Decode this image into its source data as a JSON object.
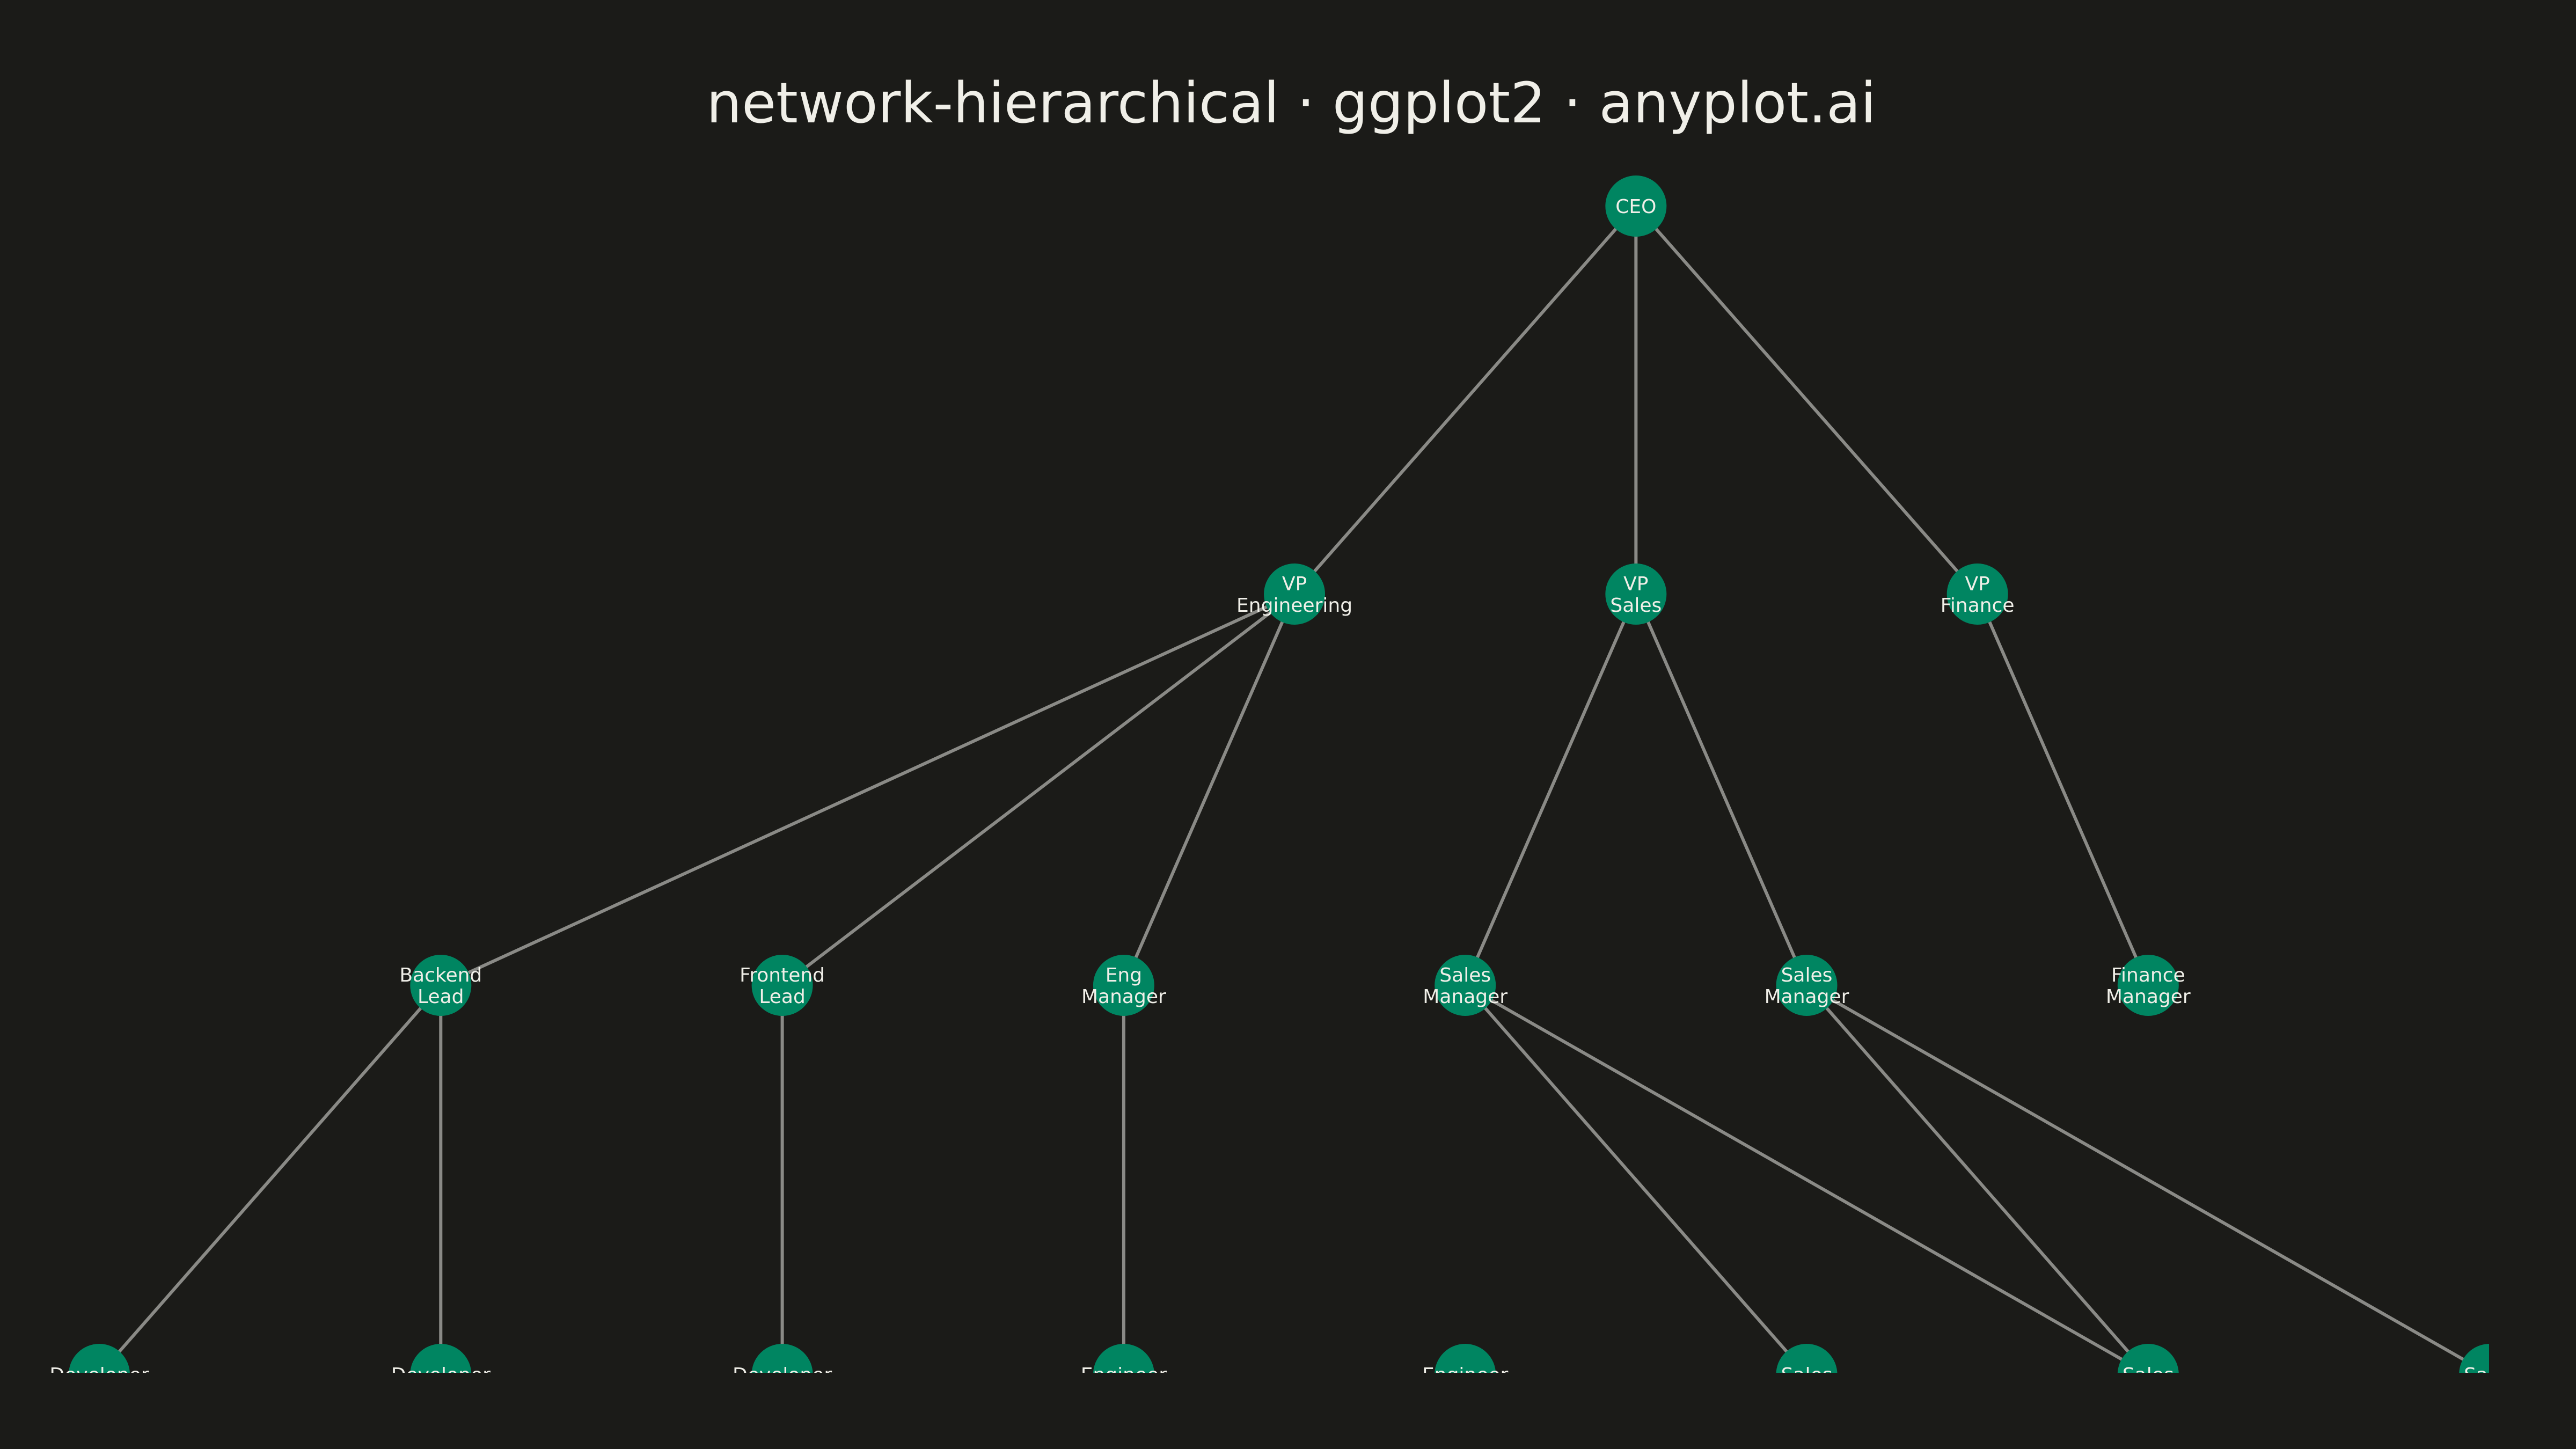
{
  "title": "network-hierarchical · ggplot2 · anyplot.ai",
  "colors": {
    "background": "#1b1b18",
    "node": "#008561",
    "edge": "#8a8a86",
    "text": "#f0efe8"
  },
  "nodes": [
    {
      "id": "ceo",
      "level": 0,
      "label": [
        "CEO"
      ]
    },
    {
      "id": "vp-eng",
      "level": 1,
      "label": [
        "VP",
        "Engineering"
      ]
    },
    {
      "id": "vp-sales",
      "level": 1,
      "label": [
        "VP",
        "Sales"
      ]
    },
    {
      "id": "vp-fin",
      "level": 1,
      "label": [
        "VP",
        "Finance"
      ]
    },
    {
      "id": "backend-lead",
      "level": 2,
      "label": [
        "Backend",
        "Lead"
      ]
    },
    {
      "id": "frontend-lead",
      "level": 2,
      "label": [
        "Frontend",
        "Lead"
      ]
    },
    {
      "id": "eng-manager",
      "level": 2,
      "label": [
        "Eng",
        "Manager"
      ]
    },
    {
      "id": "sales-manager-1",
      "level": 2,
      "label": [
        "Sales",
        "Manager"
      ]
    },
    {
      "id": "sales-manager-2",
      "level": 2,
      "label": [
        "Sales",
        "Manager"
      ]
    },
    {
      "id": "finance-manager",
      "level": 2,
      "label": [
        "Finance",
        "Manager"
      ]
    },
    {
      "id": "leaf-1",
      "level": 3,
      "label": [
        "Developer"
      ]
    },
    {
      "id": "leaf-2",
      "level": 3,
      "label": [
        "Developer"
      ]
    },
    {
      "id": "leaf-3",
      "level": 3,
      "label": [
        "Developer"
      ]
    },
    {
      "id": "leaf-4",
      "level": 3,
      "label": [
        "Engineer"
      ]
    },
    {
      "id": "leaf-5",
      "level": 3,
      "label": [
        "Engineer"
      ]
    },
    {
      "id": "leaf-6",
      "level": 3,
      "label": [
        "Sales"
      ]
    },
    {
      "id": "leaf-7",
      "level": 3,
      "label": [
        "Sales"
      ]
    },
    {
      "id": "leaf-8",
      "level": 3,
      "label": [
        "Sales"
      ]
    }
  ],
  "edges": [
    [
      "ceo",
      "vp-eng"
    ],
    [
      "ceo",
      "vp-sales"
    ],
    [
      "ceo",
      "vp-fin"
    ],
    [
      "vp-eng",
      "backend-lead"
    ],
    [
      "vp-eng",
      "frontend-lead"
    ],
    [
      "vp-eng",
      "eng-manager"
    ],
    [
      "vp-sales",
      "sales-manager-1"
    ],
    [
      "vp-sales",
      "sales-manager-2"
    ],
    [
      "vp-fin",
      "finance-manager"
    ],
    [
      "backend-lead",
      "leaf-1"
    ],
    [
      "backend-lead",
      "leaf-2"
    ],
    [
      "frontend-lead",
      "leaf-3"
    ],
    [
      "eng-manager",
      "leaf-4"
    ],
    [
      "sales-manager-1",
      "leaf-6"
    ],
    [
      "sales-manager-1",
      "leaf-7"
    ],
    [
      "sales-manager-2",
      "leaf-7"
    ],
    [
      "sales-manager-2",
      "leaf-8"
    ]
  ]
}
